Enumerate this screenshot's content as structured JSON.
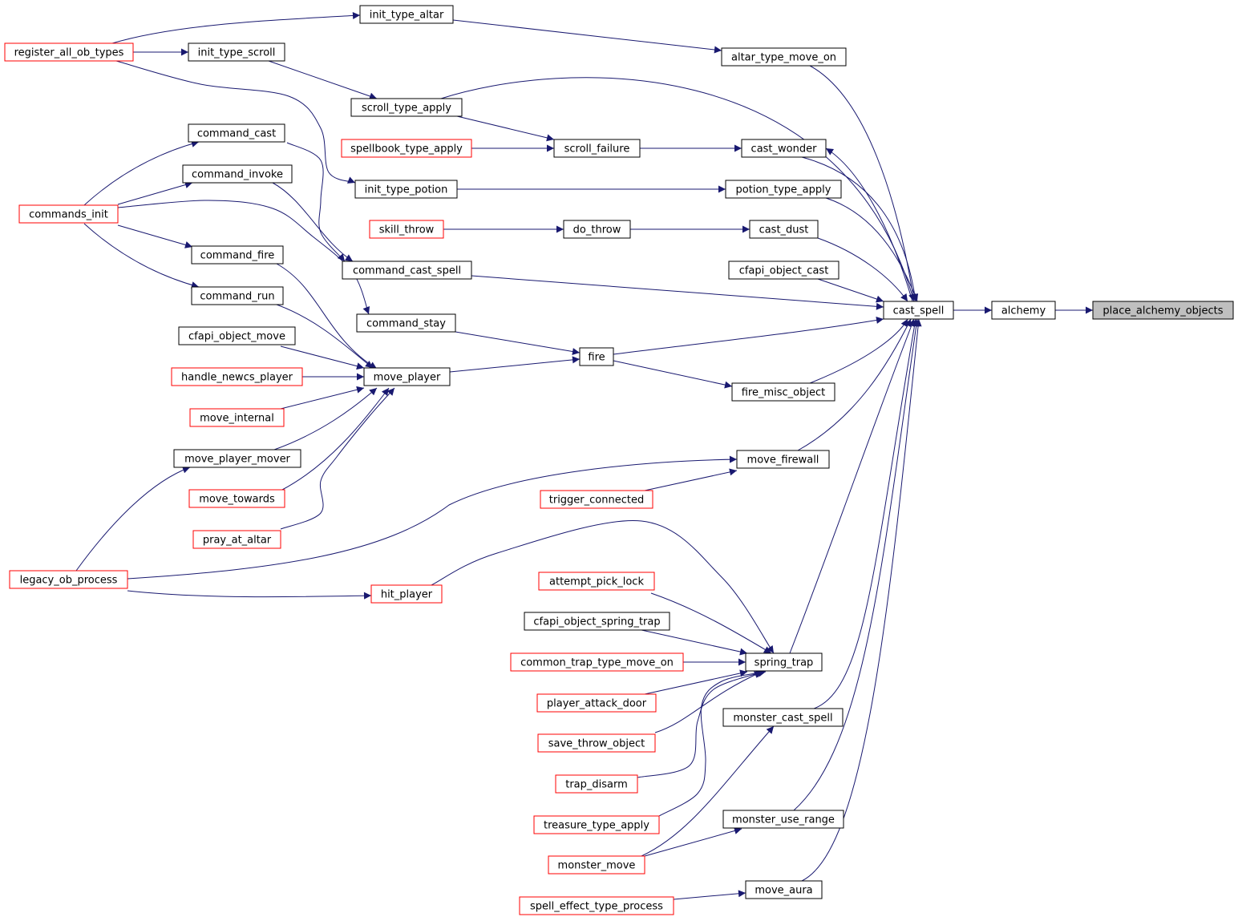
{
  "colors": {
    "edge": "#191970",
    "border_normal": "#000000",
    "border_truncated": "#ff0000",
    "fill_normal": "#ffffff",
    "fill_focus": "#bfbfbf"
  },
  "nodes": [
    {
      "id": "place_alchemy_objects",
      "label": "place_alchemy_objects",
      "kind": "focus"
    },
    {
      "id": "alchemy",
      "label": "alchemy",
      "kind": "normal"
    },
    {
      "id": "cast_spell",
      "label": "cast_spell",
      "kind": "normal"
    },
    {
      "id": "altar_type_move_on",
      "label": "altar_type_move_on",
      "kind": "normal"
    },
    {
      "id": "init_type_altar",
      "label": "init_type_altar",
      "kind": "normal"
    },
    {
      "id": "register_all_ob_types",
      "label": "register_all_ob_types",
      "kind": "truncated"
    },
    {
      "id": "init_type_scroll",
      "label": "init_type_scroll",
      "kind": "normal"
    },
    {
      "id": "scroll_type_apply",
      "label": "scroll_type_apply",
      "kind": "normal"
    },
    {
      "id": "spellbook_type_apply",
      "label": "spellbook_type_apply",
      "kind": "truncated"
    },
    {
      "id": "scroll_failure",
      "label": "scroll_failure",
      "kind": "normal"
    },
    {
      "id": "cast_wonder",
      "label": "cast_wonder",
      "kind": "normal"
    },
    {
      "id": "command_cast",
      "label": "command_cast",
      "kind": "normal"
    },
    {
      "id": "command_invoke",
      "label": "command_invoke",
      "kind": "normal"
    },
    {
      "id": "commands_init",
      "label": "commands_init",
      "kind": "truncated"
    },
    {
      "id": "init_type_potion",
      "label": "init_type_potion",
      "kind": "normal"
    },
    {
      "id": "potion_type_apply",
      "label": "potion_type_apply",
      "kind": "normal"
    },
    {
      "id": "skill_throw",
      "label": "skill_throw",
      "kind": "truncated"
    },
    {
      "id": "do_throw",
      "label": "do_throw",
      "kind": "normal"
    },
    {
      "id": "cast_dust",
      "label": "cast_dust",
      "kind": "normal"
    },
    {
      "id": "command_fire",
      "label": "command_fire",
      "kind": "normal"
    },
    {
      "id": "command_cast_spell",
      "label": "command_cast_spell",
      "kind": "normal"
    },
    {
      "id": "cfapi_object_cast",
      "label": "cfapi_object_cast",
      "kind": "normal"
    },
    {
      "id": "command_run",
      "label": "command_run",
      "kind": "normal"
    },
    {
      "id": "command_stay",
      "label": "command_stay",
      "kind": "normal"
    },
    {
      "id": "cfapi_object_move",
      "label": "cfapi_object_move",
      "kind": "normal"
    },
    {
      "id": "fire",
      "label": "fire",
      "kind": "normal"
    },
    {
      "id": "handle_newcs_player",
      "label": "handle_newcs_player",
      "kind": "truncated"
    },
    {
      "id": "move_player",
      "label": "move_player",
      "kind": "normal"
    },
    {
      "id": "fire_misc_object",
      "label": "fire_misc_object",
      "kind": "normal"
    },
    {
      "id": "move_internal",
      "label": "move_internal",
      "kind": "truncated"
    },
    {
      "id": "move_player_mover",
      "label": "move_player_mover",
      "kind": "normal"
    },
    {
      "id": "move_firewall",
      "label": "move_firewall",
      "kind": "normal"
    },
    {
      "id": "move_towards",
      "label": "move_towards",
      "kind": "truncated"
    },
    {
      "id": "trigger_connected",
      "label": "trigger_connected",
      "kind": "truncated"
    },
    {
      "id": "pray_at_altar",
      "label": "pray_at_altar",
      "kind": "truncated"
    },
    {
      "id": "legacy_ob_process",
      "label": "legacy_ob_process",
      "kind": "truncated"
    },
    {
      "id": "attempt_pick_lock",
      "label": "attempt_pick_lock",
      "kind": "truncated"
    },
    {
      "id": "hit_player",
      "label": "hit_player",
      "kind": "truncated"
    },
    {
      "id": "cfapi_object_spring_trap",
      "label": "cfapi_object_spring_trap",
      "kind": "normal"
    },
    {
      "id": "common_trap_type_move_on",
      "label": "common_trap_type_move_on",
      "kind": "truncated"
    },
    {
      "id": "spring_trap",
      "label": "spring_trap",
      "kind": "normal"
    },
    {
      "id": "player_attack_door",
      "label": "player_attack_door",
      "kind": "truncated"
    },
    {
      "id": "monster_cast_spell",
      "label": "monster_cast_spell",
      "kind": "normal"
    },
    {
      "id": "save_throw_object",
      "label": "save_throw_object",
      "kind": "truncated"
    },
    {
      "id": "trap_disarm",
      "label": "trap_disarm",
      "kind": "truncated"
    },
    {
      "id": "monster_use_range",
      "label": "monster_use_range",
      "kind": "normal"
    },
    {
      "id": "treasure_type_apply",
      "label": "treasure_type_apply",
      "kind": "truncated"
    },
    {
      "id": "monster_move",
      "label": "monster_move",
      "kind": "truncated"
    },
    {
      "id": "move_aura",
      "label": "move_aura",
      "kind": "normal"
    },
    {
      "id": "spell_effect_type_process",
      "label": "spell_effect_type_process",
      "kind": "truncated"
    }
  ],
  "edges": [
    {
      "from": "alchemy",
      "to": "place_alchemy_objects"
    },
    {
      "from": "cast_spell",
      "to": "alchemy"
    },
    {
      "from": "altar_type_move_on",
      "to": "cast_spell"
    },
    {
      "from": "scroll_type_apply",
      "to": "cast_spell"
    },
    {
      "from": "cast_wonder",
      "to": "cast_spell"
    },
    {
      "from": "cast_spell",
      "to": "cast_wonder"
    },
    {
      "from": "potion_type_apply",
      "to": "cast_spell"
    },
    {
      "from": "cast_dust",
      "to": "cast_spell"
    },
    {
      "from": "cfapi_object_cast",
      "to": "cast_spell"
    },
    {
      "from": "command_cast_spell",
      "to": "cast_spell"
    },
    {
      "from": "fire",
      "to": "cast_spell"
    },
    {
      "from": "fire_misc_object",
      "to": "cast_spell"
    },
    {
      "from": "move_firewall",
      "to": "cast_spell"
    },
    {
      "from": "spring_trap",
      "to": "cast_spell"
    },
    {
      "from": "monster_cast_spell",
      "to": "cast_spell"
    },
    {
      "from": "monster_use_range",
      "to": "cast_spell"
    },
    {
      "from": "move_aura",
      "to": "cast_spell"
    },
    {
      "from": "init_type_altar",
      "to": "altar_type_move_on"
    },
    {
      "from": "register_all_ob_types",
      "to": "init_type_altar"
    },
    {
      "from": "register_all_ob_types",
      "to": "init_type_scroll"
    },
    {
      "from": "register_all_ob_types",
      "to": "init_type_potion"
    },
    {
      "from": "init_type_scroll",
      "to": "scroll_type_apply"
    },
    {
      "from": "scroll_type_apply",
      "to": "scroll_failure"
    },
    {
      "from": "spellbook_type_apply",
      "to": "scroll_failure"
    },
    {
      "from": "scroll_failure",
      "to": "cast_wonder"
    },
    {
      "from": "init_type_potion",
      "to": "potion_type_apply"
    },
    {
      "from": "skill_throw",
      "to": "do_throw"
    },
    {
      "from": "do_throw",
      "to": "cast_dust"
    },
    {
      "from": "commands_init",
      "to": "command_cast"
    },
    {
      "from": "commands_init",
      "to": "command_invoke"
    },
    {
      "from": "commands_init",
      "to": "command_fire"
    },
    {
      "from": "commands_init",
      "to": "command_run"
    },
    {
      "from": "commands_init",
      "to": "command_stay"
    },
    {
      "from": "command_cast",
      "to": "command_cast_spell"
    },
    {
      "from": "command_invoke",
      "to": "command_cast_spell"
    },
    {
      "from": "command_stay",
      "to": "fire"
    },
    {
      "from": "move_player",
      "to": "fire"
    },
    {
      "from": "fire",
      "to": "fire_misc_object"
    },
    {
      "from": "command_fire",
      "to": "move_player"
    },
    {
      "from": "command_run",
      "to": "move_player"
    },
    {
      "from": "cfapi_object_move",
      "to": "move_player"
    },
    {
      "from": "handle_newcs_player",
      "to": "move_player"
    },
    {
      "from": "move_internal",
      "to": "move_player"
    },
    {
      "from": "move_player_mover",
      "to": "move_player"
    },
    {
      "from": "move_towards",
      "to": "move_player"
    },
    {
      "from": "pray_at_altar",
      "to": "move_player"
    },
    {
      "from": "legacy_ob_process",
      "to": "move_player_mover"
    },
    {
      "from": "legacy_ob_process",
      "to": "move_firewall"
    },
    {
      "from": "legacy_ob_process",
      "to": "hit_player"
    },
    {
      "from": "trigger_connected",
      "to": "move_firewall"
    },
    {
      "from": "hit_player",
      "to": "spring_trap"
    },
    {
      "from": "attempt_pick_lock",
      "to": "spring_trap"
    },
    {
      "from": "cfapi_object_spring_trap",
      "to": "spring_trap"
    },
    {
      "from": "common_trap_type_move_on",
      "to": "spring_trap"
    },
    {
      "from": "player_attack_door",
      "to": "spring_trap"
    },
    {
      "from": "save_throw_object",
      "to": "spring_trap"
    },
    {
      "from": "trap_disarm",
      "to": "spring_trap"
    },
    {
      "from": "treasure_type_apply",
      "to": "spring_trap"
    },
    {
      "from": "monster_move",
      "to": "monster_cast_spell"
    },
    {
      "from": "monster_move",
      "to": "monster_use_range"
    },
    {
      "from": "spell_effect_type_process",
      "to": "move_aura"
    }
  ]
}
